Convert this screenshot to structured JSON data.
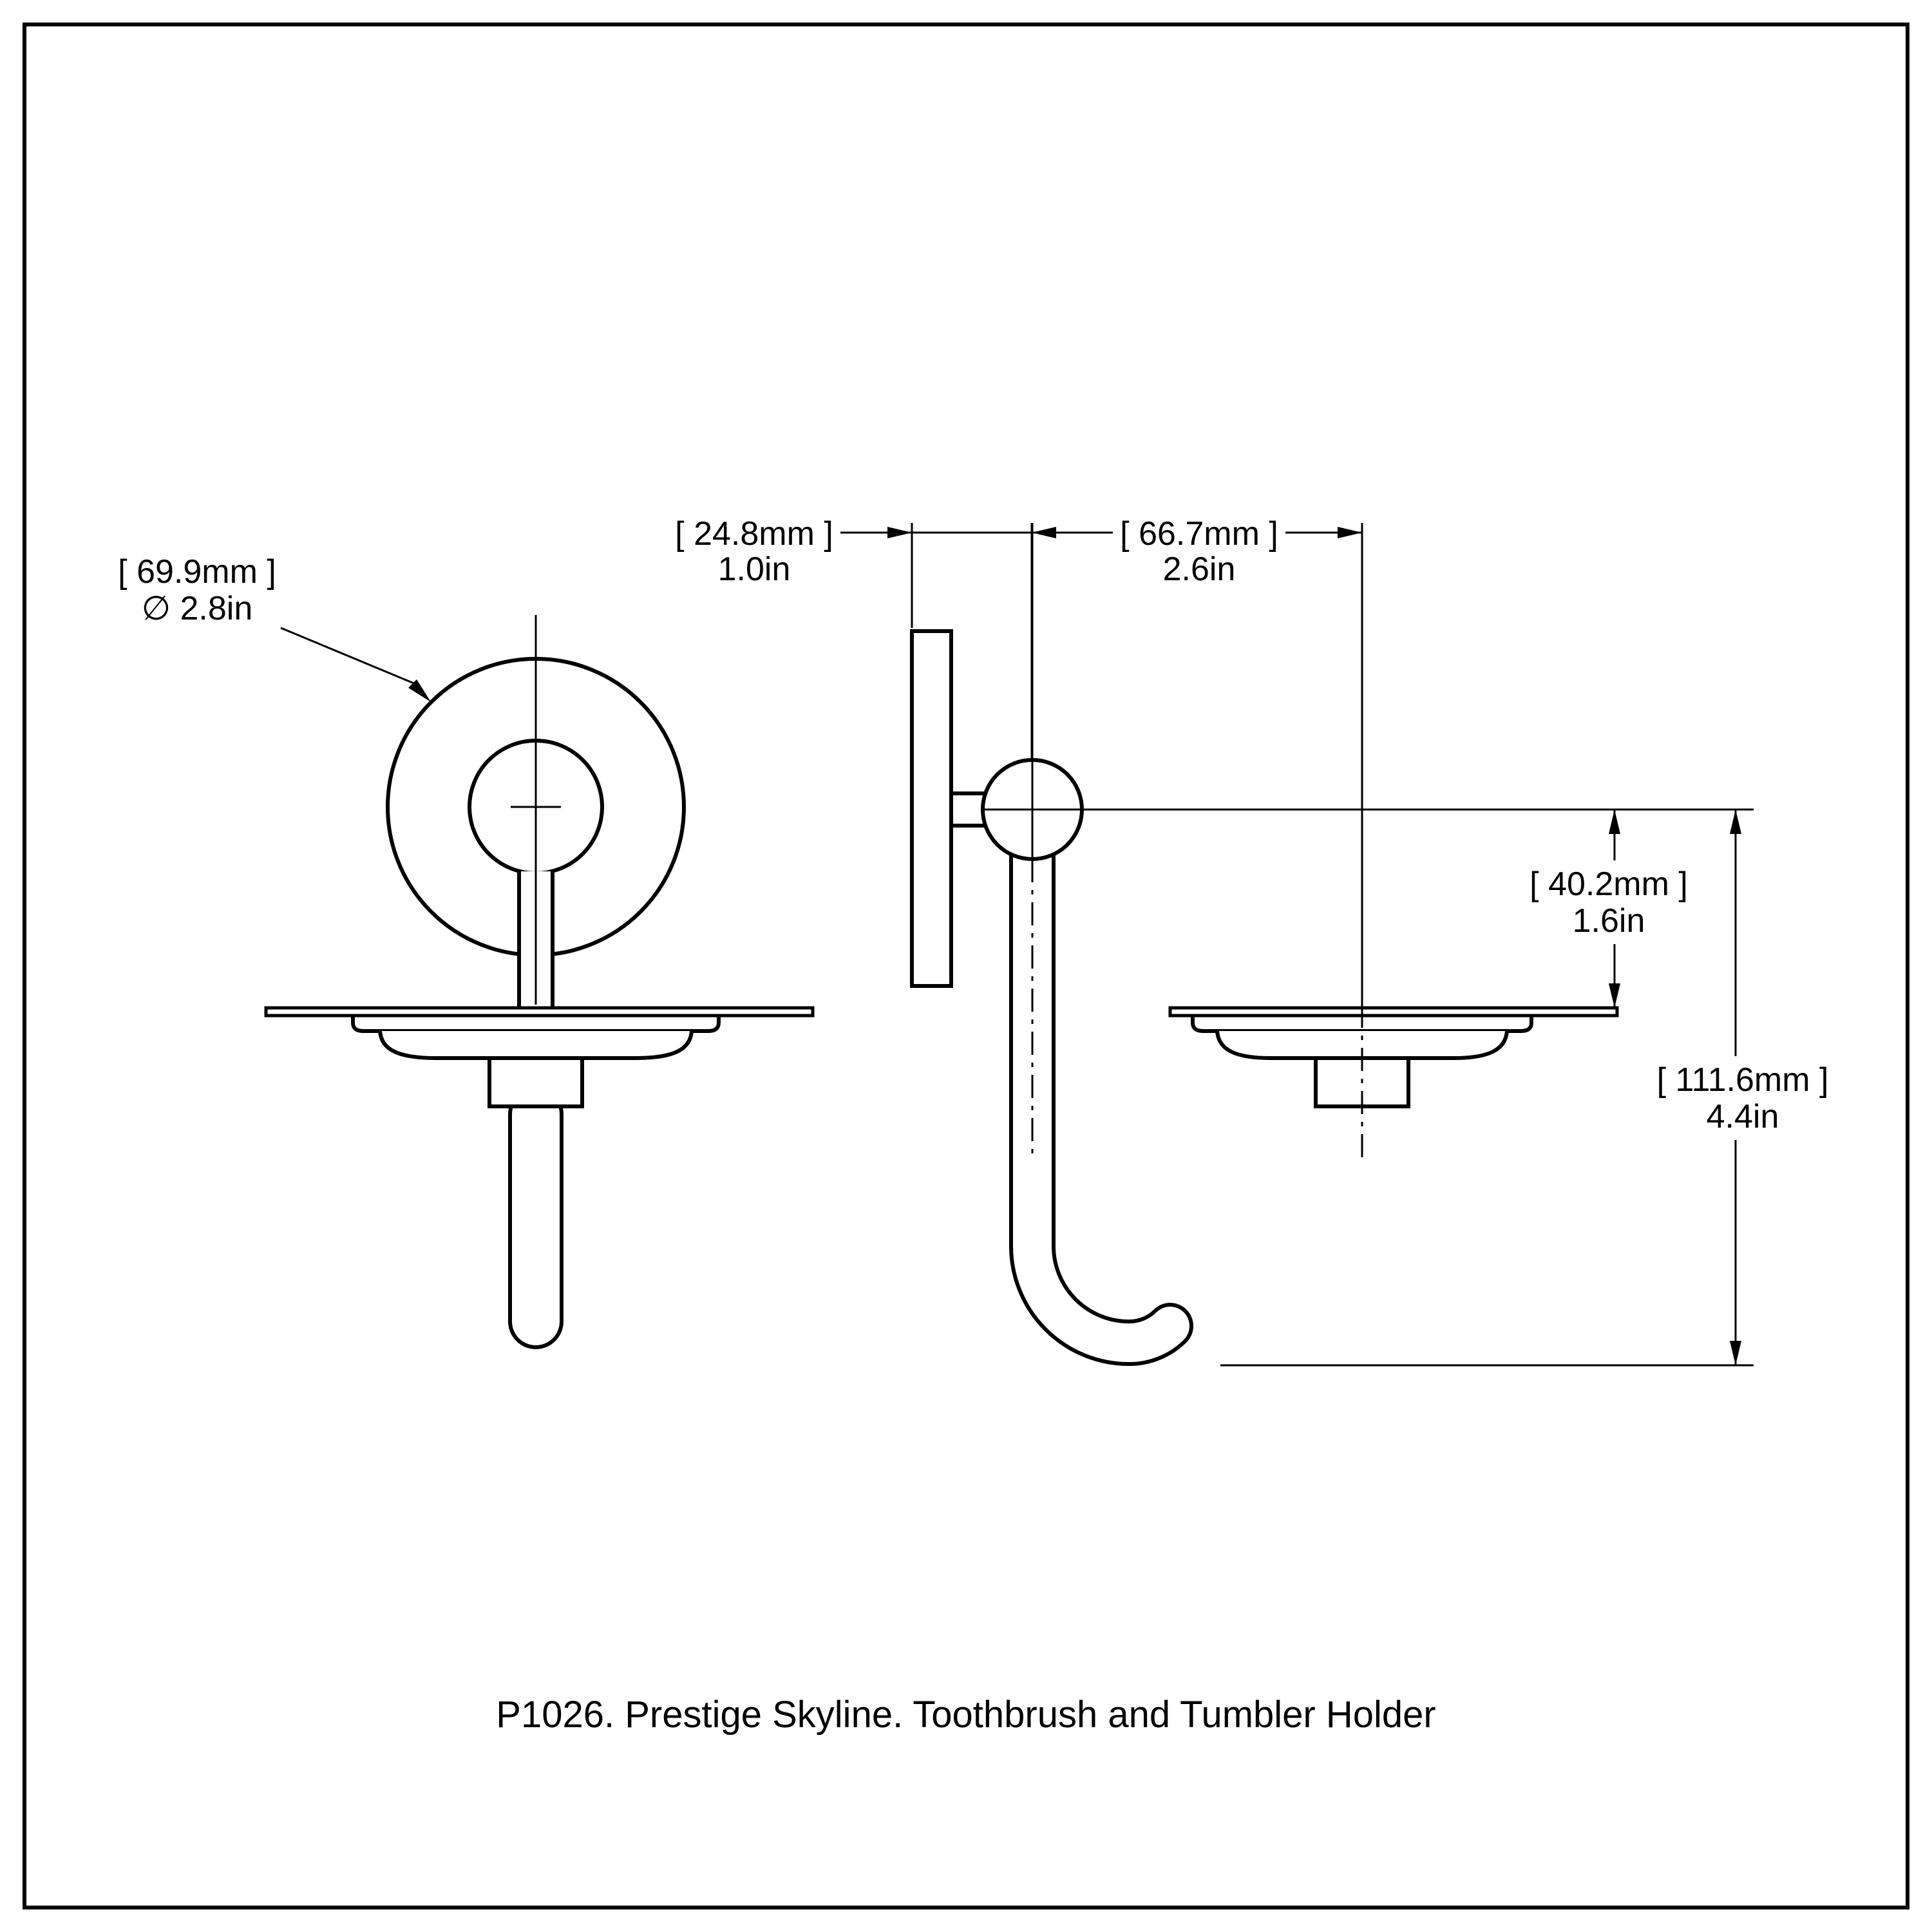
{
  "drawing": {
    "caption": "P1026. Prestige Skyline. Toothbrush and Tumbler Holder",
    "product_code": "P1026",
    "colors": {
      "line": "#000000",
      "background": "#ffffff"
    }
  },
  "dims": {
    "backplate_diameter": {
      "metric": "[ 69.9mm ]",
      "imperial": "∅ 2.8in"
    },
    "wall_to_ball_center": {
      "metric": "[ 24.8mm ]",
      "imperial": "1.0in"
    },
    "ball_to_cup_center": {
      "metric": "[ 66.7mm ]",
      "imperial": "2.6in"
    },
    "center_to_shelf_drop": {
      "metric": "[ 40.2mm ]",
      "imperial": "1.6in"
    },
    "overall_height": {
      "metric": "[ 111.6mm ]",
      "imperial": "4.4in"
    }
  }
}
